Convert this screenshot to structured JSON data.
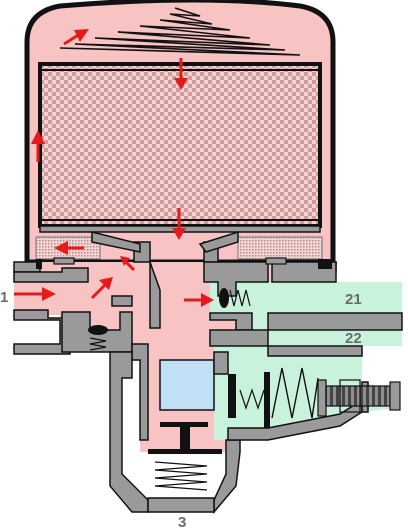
{
  "ports": {
    "inlet": "1",
    "outlet_21": "21",
    "outlet_22": "22",
    "exhaust": "3"
  },
  "colors": {
    "housing": "#9a9a9a",
    "housing_outline": "#111111",
    "pressurized_air": "#f7c3c3",
    "delivery_air": "#c8f2dc",
    "control_chamber": "#bfe0f5",
    "flow_arrow": "#e31b1b",
    "desiccant": "#d9a3a3",
    "label": "#6b6b6b"
  },
  "icons": {
    "flow": "flow-arrow-icon",
    "spring": "spring-icon",
    "adjust_screw": "adjusting-screw-icon"
  }
}
